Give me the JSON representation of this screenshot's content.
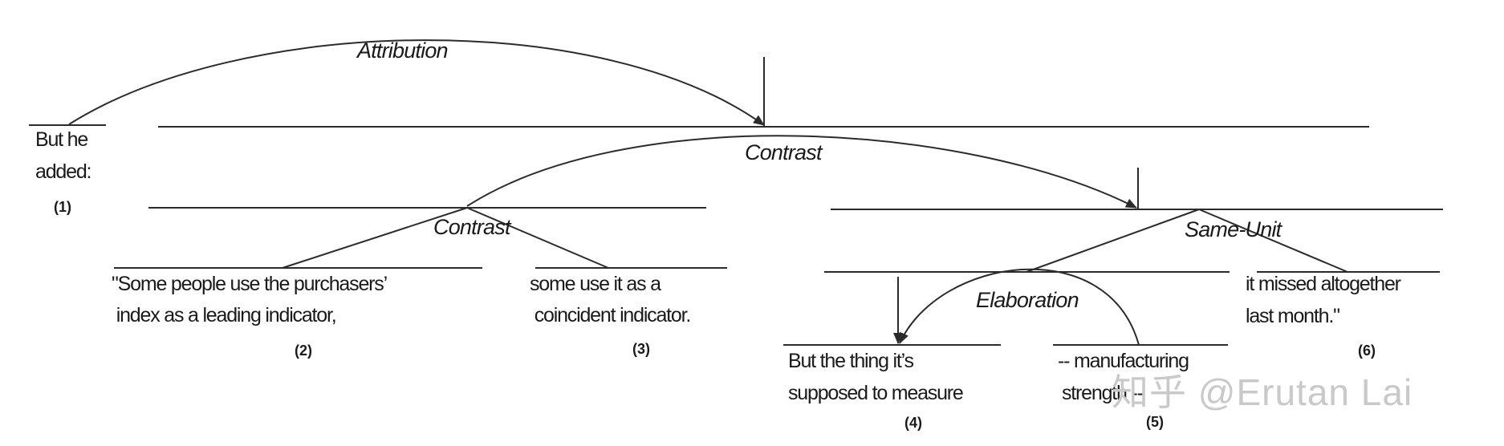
{
  "units": [
    {
      "id": "1",
      "number": "(1)",
      "lines": [
        "But he",
        "added:"
      ]
    },
    {
      "id": "2",
      "number": "(2)",
      "lines": [
        "\"Some people use the purchasers’",
        " index as a leading indicator,"
      ]
    },
    {
      "id": "3",
      "number": "(3)",
      "lines": [
        "some use it as a",
        " coincident indicator."
      ]
    },
    {
      "id": "4",
      "number": "(4)",
      "lines": [
        "But the thing it’s",
        "supposed to measure"
      ]
    },
    {
      "id": "5",
      "number": "(5)",
      "lines": [
        "-- manufacturing",
        "strength --"
      ]
    },
    {
      "id": "6",
      "number": "(6)",
      "lines": [
        "it missed altogether",
        "last month.\""
      ]
    }
  ],
  "relations": [
    {
      "id": "attribution",
      "label": "Attribution"
    },
    {
      "id": "contrast_top",
      "label": "Contrast"
    },
    {
      "id": "contrast_left",
      "label": "Contrast"
    },
    {
      "id": "same_unit",
      "label": "Same-Unit"
    },
    {
      "id": "elaboration",
      "label": "Elaboration"
    }
  ],
  "watermark": "知乎 @Erutan Lai"
}
